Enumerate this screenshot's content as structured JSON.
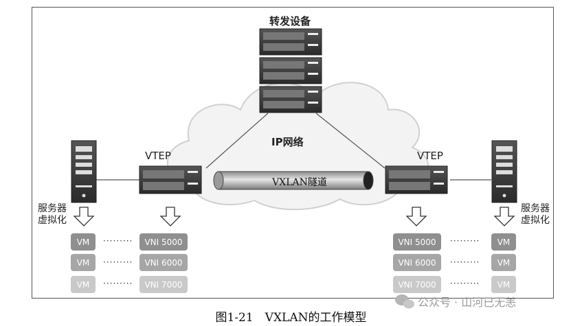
{
  "title": "转发设备",
  "network_label": "IP网络",
  "tunnel_label": "VXLAN隧道",
  "left": {
    "vtep_label": "VTEP",
    "server_label_line1": "服务器",
    "server_label_line2": "虚拟化",
    "vni": [
      "VNI 5000",
      "VNI 6000",
      "VNI 7000"
    ],
    "vm": [
      "VM",
      "VM",
      "VM"
    ],
    "dots": "·········"
  },
  "right": {
    "vtep_label": "VTEP",
    "server_label_line1": "服务器",
    "server_label_line2": "虚拟化",
    "vni": [
      "VNI 5000",
      "VNI 6000",
      "VNI 7000"
    ],
    "vm": [
      "VM",
      "VM",
      "VM"
    ],
    "dots": "·········"
  },
  "caption": "图1-21　VXLAN的工作模型",
  "watermark": "公众号 · 山河已无恙",
  "colors": {
    "row1": "#8f8f8f",
    "row2": "#a6a6a6",
    "row3": "#c9c9c9",
    "device": "#3a3a3a"
  }
}
